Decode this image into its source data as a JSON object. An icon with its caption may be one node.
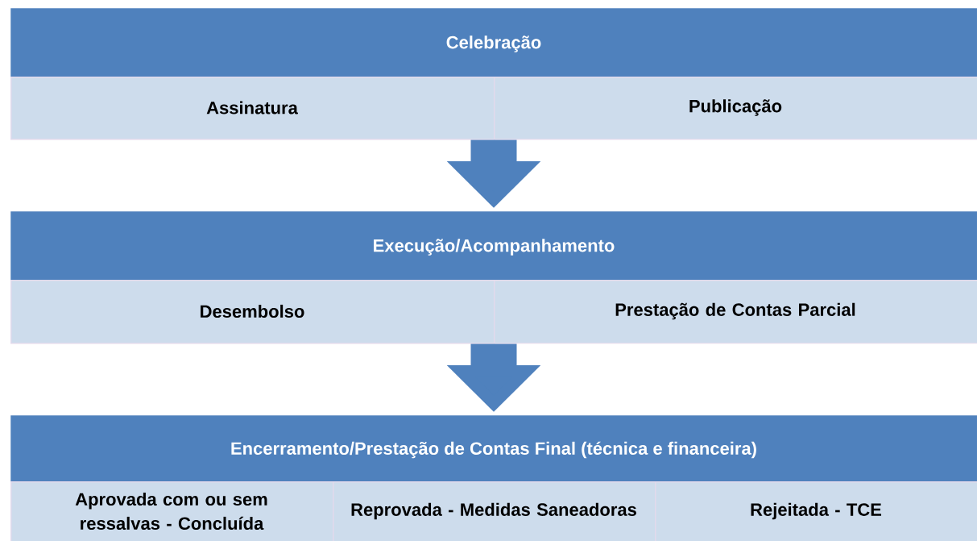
{
  "diagram": {
    "nodes": [
      {
        "text": [
          "Celebração"
        ]
      },
      {
        "text": [
          "Assinatura"
        ]
      },
      {
        "text": [
          "Publicação"
        ]
      },
      {
        "text": [
          "Execução/Acompanhamento"
        ]
      },
      {
        "text": [
          "Desembolso"
        ]
      },
      {
        "text": [
          "Prestação de Contas Parcial"
        ]
      },
      {
        "text": [
          "Encerramento/Prestação de Contas Final (técnica e financeira)"
        ]
      },
      {
        "text": [
          "Aprovada com ou sem ressalvas - Concluída"
        ]
      },
      {
        "text": [
          "Reprovada - Medidas Saneadoras"
        ]
      },
      {
        "text": [
          "Rejeitada - TCE"
        ]
      }
    ],
    "edges": [
      {
        "from": 2,
        "to": 3,
        "arrow": "to"
      },
      {
        "from": 5,
        "to": 6,
        "arrow": "to"
      }
    ]
  }
}
